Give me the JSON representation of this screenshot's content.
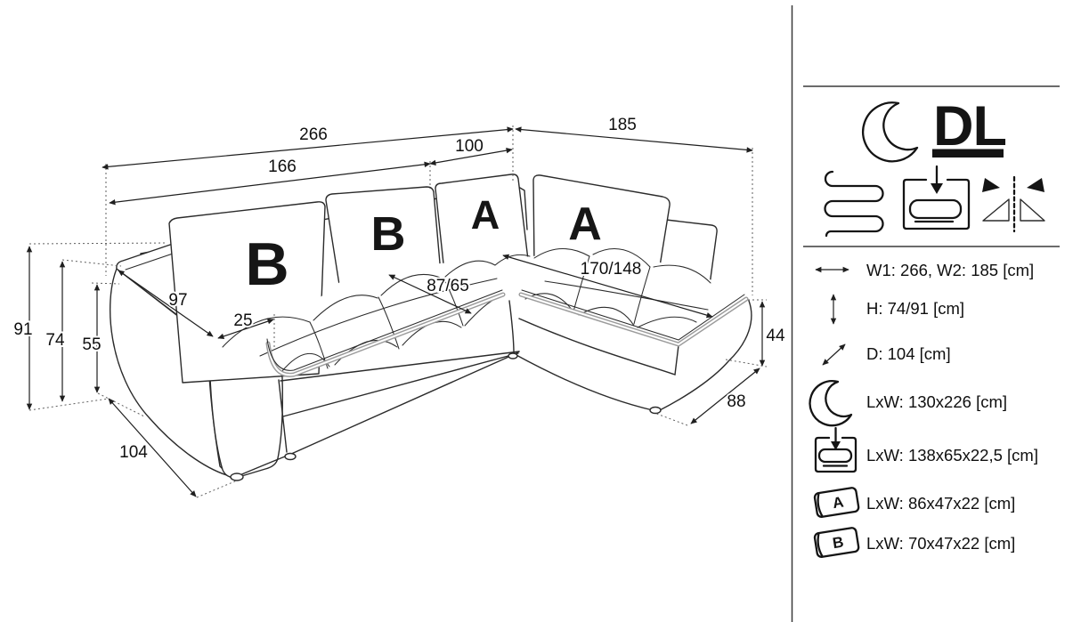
{
  "diagram": {
    "cushions": {
      "back_left": "B",
      "back_mid": "B",
      "back_right": "A",
      "chaise": "A"
    },
    "dims": {
      "total_width": "266",
      "left_width": "166",
      "corner_width": "100",
      "chaise_length": "185",
      "height_total": "91",
      "height_back": "74",
      "height_arm": "55",
      "depth": "104",
      "arm_length": "97",
      "arm_width": "25",
      "seat_depth": "87/65",
      "bed_width": "170/148",
      "chaise_height": "44",
      "chaise_width": "88"
    }
  },
  "legend": {
    "logo": "DL",
    "specs": [
      {
        "icon": "width-arrow-icon",
        "text": "W1: 266, W2: 185 [cm]"
      },
      {
        "icon": "height-arrow-icon",
        "text": "H: 74/91 [cm]"
      },
      {
        "icon": "depth-arrow-icon",
        "text": "D: 104 [cm]"
      },
      {
        "icon": "moon-icon",
        "text": "LxW: 130x226 [cm]"
      },
      {
        "icon": "storage-box-icon",
        "text": "LxW: 138x65x22,5 [cm]"
      },
      {
        "icon": "cushion-a-icon",
        "label": "A",
        "text": "LxW: 86x47x22 [cm]"
      },
      {
        "icon": "cushion-b-icon",
        "label": "B",
        "text": "LxW: 70x47x22 [cm]"
      }
    ]
  },
  "colors": {
    "line": "#2b2b2b",
    "piping": "#9c9c9c",
    "background": "#ffffff"
  }
}
